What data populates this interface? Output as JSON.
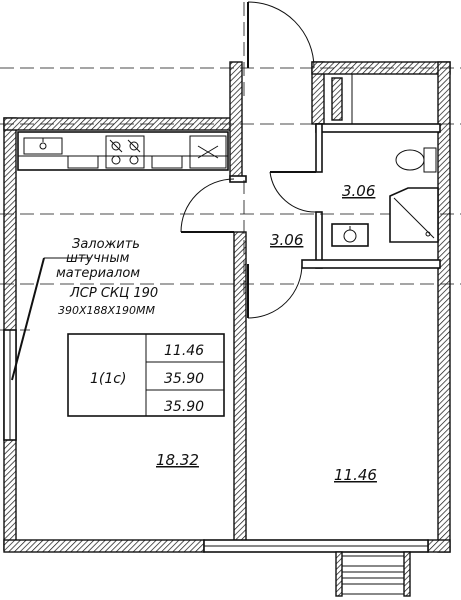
{
  "plan": {
    "room_areas": {
      "main_room": "18.32",
      "bedroom": "11.46",
      "bathroom": "3.06",
      "hallway": "3.06"
    },
    "note_lines": [
      "Заложить",
      "штучным",
      "материалом",
      "ЛСР СКЦ 190",
      "390Х188Х190ММ"
    ],
    "summary_table": {
      "apartment_type": "1(1с)",
      "living_area": "11.46",
      "total_area": "35.90",
      "total_area_with_balcony": "35.90"
    }
  }
}
